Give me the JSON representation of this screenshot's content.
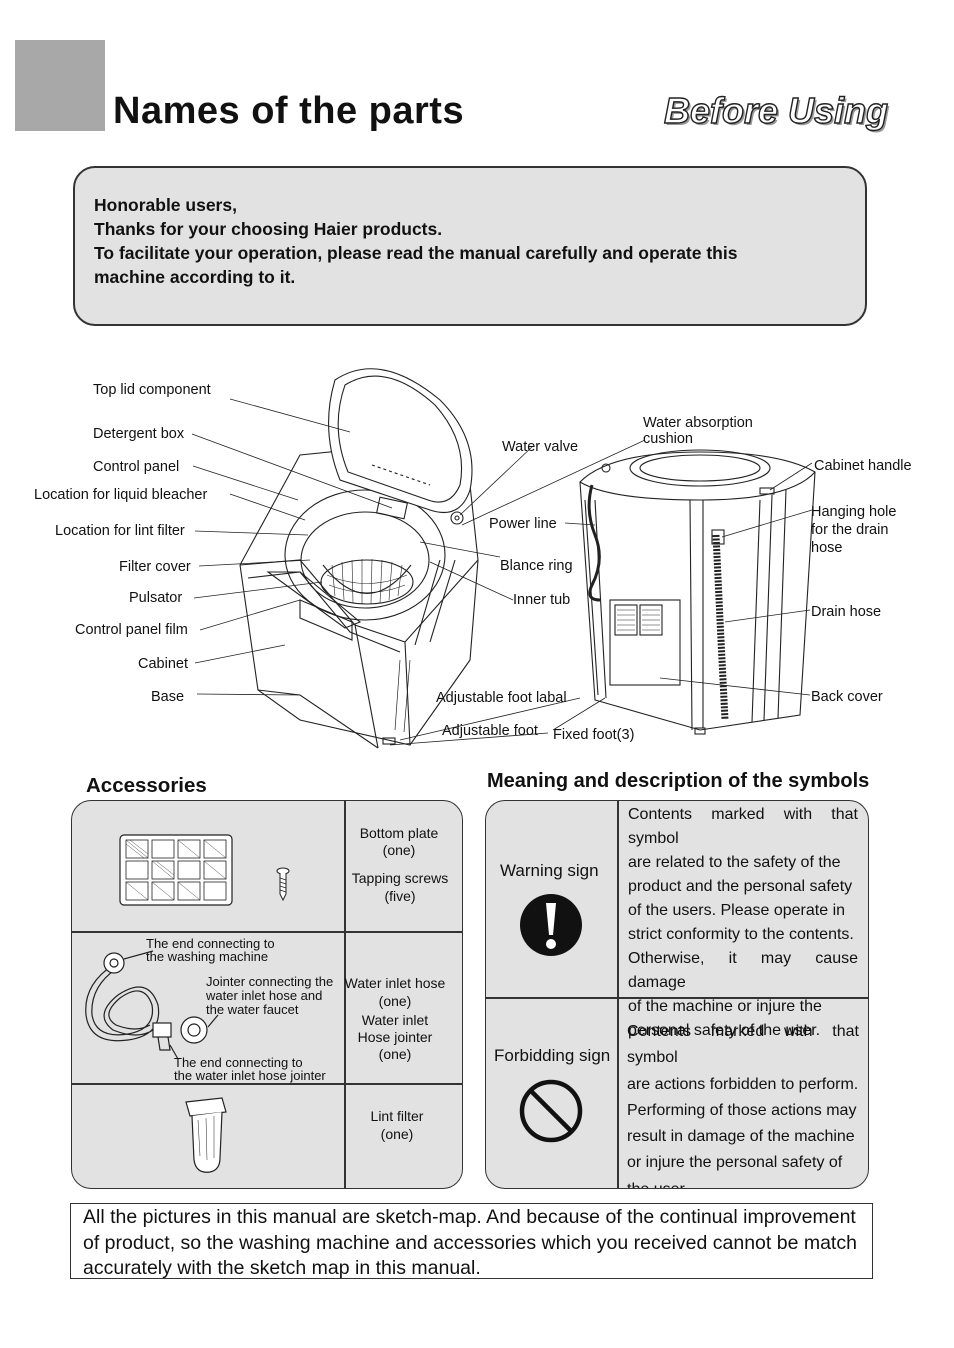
{
  "header": {
    "title": "Names of the parts",
    "section": "Before Using"
  },
  "greeting": {
    "line1": "Honorable users,",
    "line2": "Thanks for your choosing Haier products.",
    "line3": "To  facilitate  your operation,  please read the manual carefully and operate this",
    "line4": "machine according to it."
  },
  "diagram": {
    "front_labels": {
      "top_lid": "Top lid component",
      "detergent_box": "Detergent box",
      "control_panel": "Control panel",
      "liquid_bleacher": "Location for liquid  bleacher",
      "lint_filter": "Location for lint filter",
      "filter_cover": "Filter cover",
      "pulsator": "Pulsator",
      "control_panel_film": "Control panel film",
      "cabinet": "Cabinet",
      "base": "Base",
      "water_valve": "Water valve",
      "power_line": "Power line",
      "blance_ring": "Blance ring",
      "inner_tub": "Inner tub",
      "adjustable_foot_labal": "Adjustable foot labal",
      "adjustable_foot": "Adjustable foot",
      "fixed_foot": "Fixed foot(3)"
    },
    "back_labels": {
      "water_absorption_1": "Water absorption",
      "water_absorption_2": "cushion",
      "cabinet_handle": "Cabinet handle",
      "hanging_hole_1": "Hanging hole",
      "hanging_hole_2": "for the drain",
      "hanging_hole_3": "hose",
      "drain_hose": "Drain hose",
      "back_cover": "Back cover"
    }
  },
  "accessories": {
    "title": "Accessories",
    "row1": {
      "line1": "Bottom plate",
      "line2": "(one)",
      "line3": "Tapping screws",
      "line4": "(five)"
    },
    "row2": {
      "callout_a1": "The end connecting to",
      "callout_a2": "the washing machine",
      "callout_b1": "Jointer connecting the",
      "callout_b2": "water  inlet hose and",
      "callout_b3": "the water faucet",
      "callout_c1": "The end connecting to",
      "callout_c2": "the water inlet hose jointer",
      "line1": "Water inlet hose",
      "line2": "(one)",
      "line3": "Water inlet",
      "line4": "Hose jointer",
      "line5": "(one)"
    },
    "row3": {
      "line1": "Lint filter",
      "line2": "(one)"
    }
  },
  "symbols": {
    "title": "Meaning and description of the symbols",
    "warning": {
      "name": "Warning sign",
      "icon": "exclamation-circle",
      "lines": [
        "Contents marked with that symbol",
        "are  related  to  the  safety  of  the",
        "product  and  the  personal safety",
        " of   the users. Please  operate in",
        "strict conformity  to  the  contents.",
        "Otherwise, it  may  cause damage",
        "of   the  machine  or  injure   the",
        "personal safety  of the user."
      ]
    },
    "forbidding": {
      "name": "Forbidding sign",
      "icon": "prohibition-circle",
      "lines": [
        "Contents marked with that symbol",
        "are  actions forbidden  to perform.",
        "Performing of  those actions  may",
        "result  in damage of  the machine",
        "or  injure the  personal  safety  of",
        "the user."
      ]
    }
  },
  "footer": {
    "line1": "All the pictures in this manual are sketch-map. And because of  the continual improvement",
    "line2": "of product, so the washing machine and accessories  which you received cannot be match",
    "line3": "accurately with the sketch map in this manual."
  }
}
